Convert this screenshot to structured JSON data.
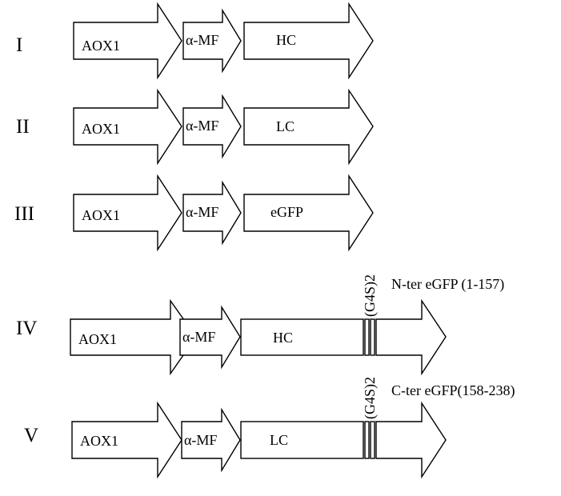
{
  "constructs": [
    {
      "id": "I",
      "segments": [
        "AOX1",
        "α-MF",
        "HC"
      ]
    },
    {
      "id": "II",
      "segments": [
        "AOX1",
        "α-MF",
        "LC"
      ]
    },
    {
      "id": "III",
      "segments": [
        "AOX1",
        "α-MF",
        "eGFP"
      ]
    },
    {
      "id": "IV",
      "segments": [
        "AOX1",
        "α-MF",
        "HC"
      ],
      "linker": "(G4S)2",
      "fusion": "N-ter eGFP (1-157)"
    },
    {
      "id": "V",
      "segments": [
        "AOX1",
        "α-MF",
        "LC"
      ],
      "linker": "(G4S)2",
      "fusion": "C-ter eGFP(158-238)"
    }
  ]
}
